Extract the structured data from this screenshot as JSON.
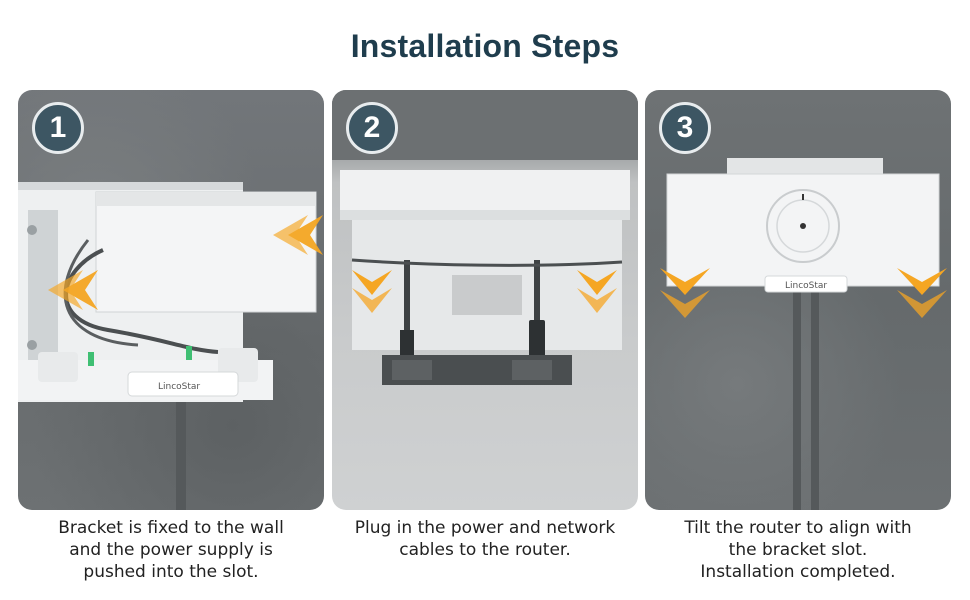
{
  "title": "Installation Steps",
  "steps": [
    {
      "number": "1",
      "caption_lines": [
        "Bracket is fixed to the wall",
        "and the power supply is",
        "pushed into the slot."
      ]
    },
    {
      "number": "2",
      "caption_lines": [
        "Plug in the power and network",
        "cables to the router."
      ]
    },
    {
      "number": "3",
      "caption_lines": [
        "Tilt the router to align with",
        "the bracket slot.",
        "Installation completed."
      ]
    }
  ],
  "brand_label": "LincoStar",
  "colors": {
    "title": "#1f3d4d",
    "badge": "#3d5663",
    "arrow": "#f5a623"
  }
}
